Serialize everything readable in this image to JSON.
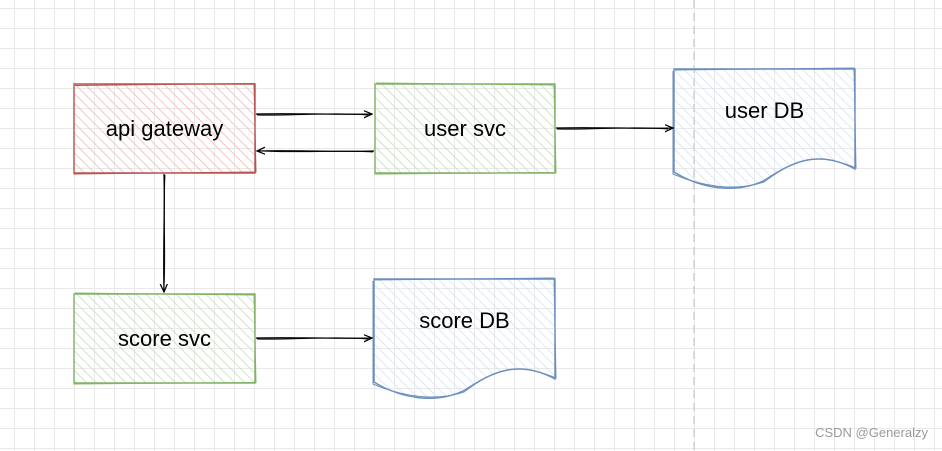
{
  "nodes": {
    "api_gateway": {
      "label": "api gateway",
      "stroke": "#b85450",
      "fill": "#f8cecc"
    },
    "user_svc": {
      "label": "user svc",
      "stroke": "#82b366",
      "fill": "#d5e8d4"
    },
    "score_svc": {
      "label": "score svc",
      "stroke": "#82b366",
      "fill": "#d5e8d4"
    },
    "user_db": {
      "label": "user DB",
      "stroke": "#6c8ebf",
      "fill": "#dae8fc"
    },
    "score_db": {
      "label": "score DB",
      "stroke": "#6c8ebf",
      "fill": "#dae8fc"
    }
  },
  "edges": [
    {
      "from": "api gateway",
      "to": "user svc"
    },
    {
      "from": "user svc",
      "to": "api gateway"
    },
    {
      "from": "user svc",
      "to": "user DB"
    },
    {
      "from": "api gateway",
      "to": "score svc"
    },
    {
      "from": "score svc",
      "to": "score DB"
    }
  ],
  "watermark": "CSDN @Generalzy"
}
